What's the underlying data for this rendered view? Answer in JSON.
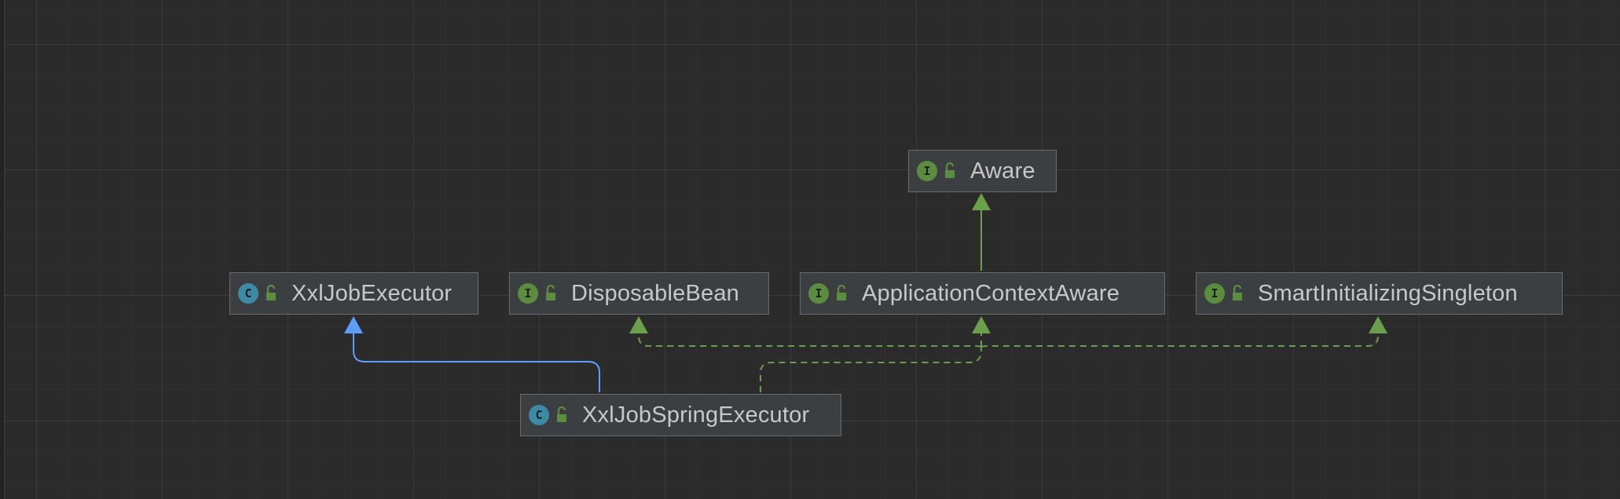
{
  "colors": {
    "background": "#2b2b2b",
    "node_fill": "#3c3f41",
    "node_border": "#6b6b6b",
    "node_text": "#c8c8c8",
    "interface_badge": "#5c8d3f",
    "class_badge": "#3d8aa6",
    "extends_edge": "#5e9cff",
    "implements_edge": "#6a9f4b"
  },
  "nodes": {
    "aware": {
      "badge": "I",
      "kind": "interface",
      "icon": "unlocked-icon",
      "label": "Aware"
    },
    "xxl_job_executor": {
      "badge": "C",
      "kind": "class",
      "icon": "unlocked-icon",
      "label": "XxlJobExecutor"
    },
    "disposable_bean": {
      "badge": "I",
      "kind": "interface",
      "icon": "unlocked-icon",
      "label": "DisposableBean"
    },
    "application_context_aware": {
      "badge": "I",
      "kind": "interface",
      "icon": "unlocked-icon",
      "label": "ApplicationContextAware"
    },
    "smart_initializing_singleton": {
      "badge": "I",
      "kind": "interface",
      "icon": "unlocked-icon",
      "label": "SmartInitializingSingleton"
    },
    "xxl_job_spring_executor": {
      "badge": "C",
      "kind": "class",
      "icon": "unlocked-icon",
      "label": "XxlJobSpringExecutor"
    }
  },
  "edges": [
    {
      "from": "application_context_aware",
      "to": "aware",
      "type": "extends",
      "style": "solid",
      "color": "green"
    },
    {
      "from": "xxl_job_spring_executor",
      "to": "xxl_job_executor",
      "type": "extends",
      "style": "solid",
      "color": "blue"
    },
    {
      "from": "xxl_job_spring_executor",
      "to": "disposable_bean",
      "type": "implements",
      "style": "dashed",
      "color": "green"
    },
    {
      "from": "xxl_job_spring_executor",
      "to": "application_context_aware",
      "type": "implements",
      "style": "dashed",
      "color": "green"
    },
    {
      "from": "xxl_job_spring_executor",
      "to": "smart_initializing_singleton",
      "type": "implements",
      "style": "dashed",
      "color": "green"
    }
  ]
}
